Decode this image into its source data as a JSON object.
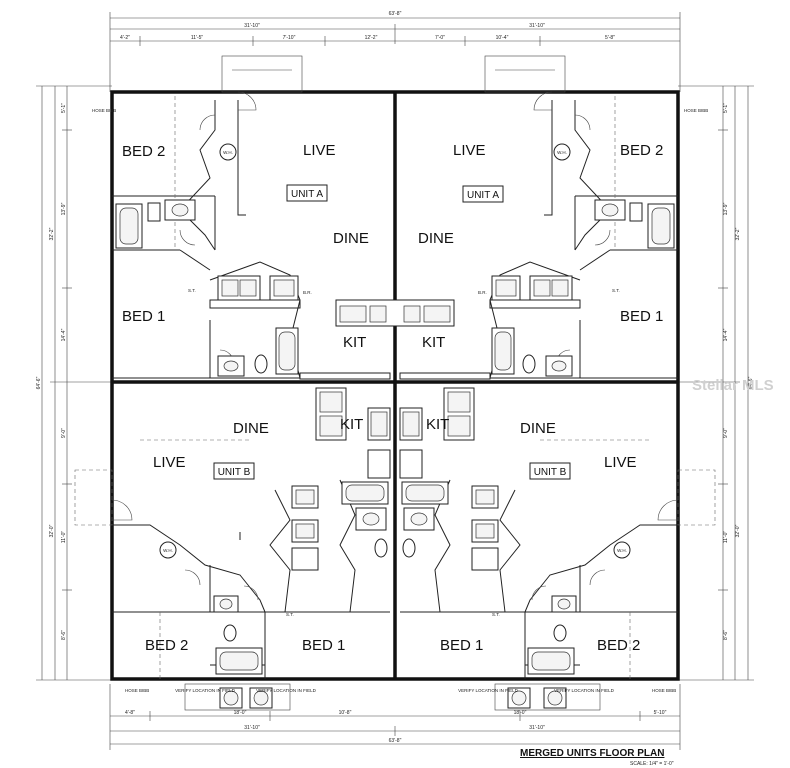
{
  "title": "MERGED UNITS FLOOR PLAN",
  "scale": "SCALE: 1/4\" = 1'-0\"",
  "watermark": "Stellar MLS",
  "rooms": {
    "bed2": "BED 2",
    "bed1": "BED 1",
    "live": "LIVE",
    "dine": "DINE",
    "kit": "KIT"
  },
  "units": {
    "unit_a": "UNIT A",
    "unit_b": "UNIT B"
  },
  "fixtures": {
    "wh": "W.H.",
    "hose_bibb": "HOSE BIBB",
    "verify": "VERIFY LOCATION IN FIELD",
    "shelf": "S.T.",
    "bar": "B.R."
  },
  "dimensions": {
    "overall": "63'-8\"",
    "top_left_total": "31'-10\"",
    "top_right_total": "31'-10\"",
    "top_a": "4'-2\"",
    "top_b": "11'-5\"",
    "top_c": "7'-10\"",
    "top_d": "12'-2\"",
    "top_e": "7'-0\"",
    "top_f": "10'-4\"",
    "top_g": "5'-8\"",
    "bot_a": "4'-8\"",
    "bot_b": "18'-0\"",
    "bot_c": "10'-8\"",
    "bot_d": "18'-0\"",
    "bot_e": "5'-10\"",
    "bot_left_total": "31'-10\"",
    "bot_right_total": "31'-10\"",
    "bot_overall": "63'-8\"",
    "left_overall": "64'-6\"",
    "left_upper": "32'-2\"",
    "left_lower": "32'-0\"",
    "left_1": "5'-1\"",
    "left_2": "13'-9\"",
    "left_3": "14'-4\"",
    "left_4": "9'-0\"",
    "left_5": "11'-0\"",
    "left_6": "8'-6\"",
    "right_overall": "64'-6\"",
    "right_upper": "32'-2\"",
    "right_lower": "32'-0\"",
    "right_1": "5'-1\"",
    "right_2": "13'-9\"",
    "right_3": "14'-4\"",
    "right_4": "9'-0\"",
    "right_5": "11'-0\"",
    "right_6": "8'-6\""
  }
}
